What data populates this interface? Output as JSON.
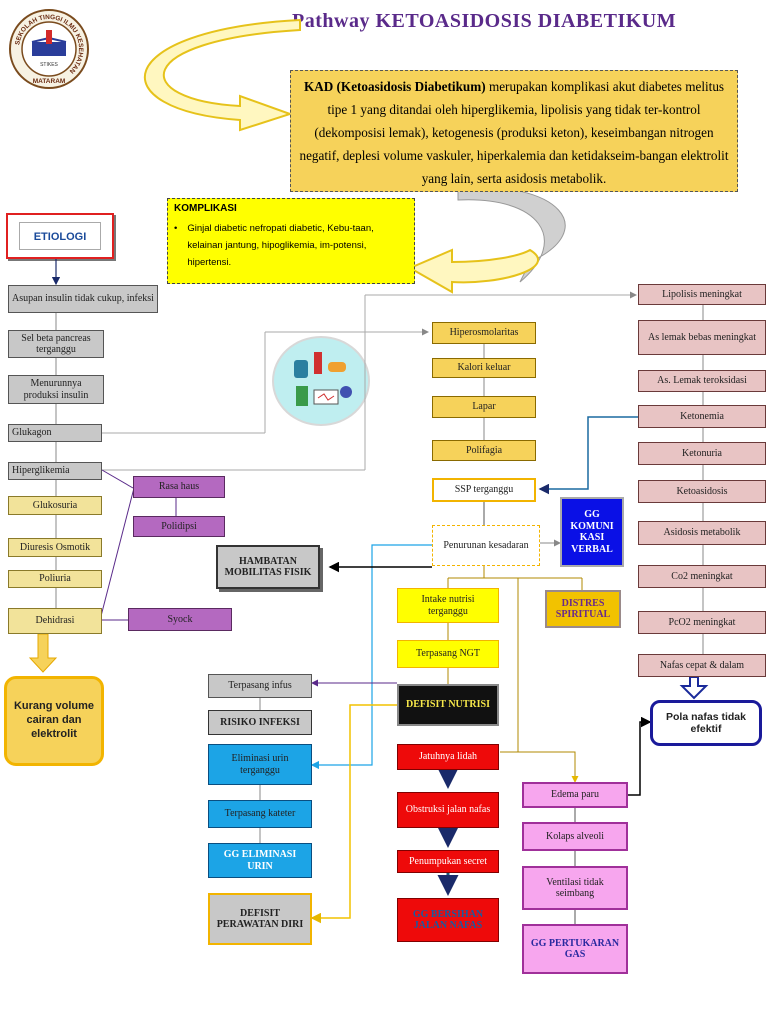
{
  "title": "Pathway KETOASIDOSIS DIABETIKUM",
  "logo": {
    "ring_text": "SEKOLAH TINGGI ILMU KESEHATAN",
    "bottom_text": "MATARAM",
    "inner_text": "STIKES"
  },
  "definition": {
    "term": "KAD (Ketoasidosis Diabetikum)",
    "text": " merupakan komplikasi akut diabetes melitus tipe 1 yang ditandai oleh hiperglikemia, lipolisis yang tidak ter-kontrol (dekomposisi lemak), ketogenesis (produksi keton), keseimbangan nitrogen negatif, deplesi volume vaskuler, hiperkalemia dan ketidakseim-bangan elektrolit yang lain, serta asidosis metabolik."
  },
  "komplikasi": {
    "title": "KOMPLIKASI",
    "item": "Ginjal diabetic nefropati diabetic, Kebu-taan, kelainan jantung, hipoglikemia, im-potensi, hipertensi."
  },
  "etiologi": "ETIOLOGI",
  "left_chain": [
    "Asupan insulin tidak cukup, infeksi",
    "Sel beta pancreas terganggu",
    "Menurunnya produksi insulin",
    "Glukagon",
    "Hiperglikemia"
  ],
  "left_yellow": [
    "Glukosuria",
    "Diuresis Osmotik",
    "Poliuria",
    "Dehidrasi"
  ],
  "purple": {
    "rasa_haus": "Rasa haus",
    "polidipsi": "Polidipsi",
    "syock": "Syock"
  },
  "kurang_volume": "Kurang volume cairan dan elektrolit",
  "hambatan": "HAMBATAN MOBILITAS FISIK",
  "middle_chain": [
    "Hiperosmolaritas",
    "Kalori keluar",
    "Lapar",
    "Polifagia"
  ],
  "ssp": "SSP terganggu",
  "penurunan": "Penurunan kesadaran",
  "gg_komunikasi": "GG KOMUNI KASI VERBAL",
  "distres": "DISTRES SPIRITUAL",
  "intake": "Intake nutrisi terganggu",
  "ngt": "Terpasang NGT",
  "defisit_nutrisi": "DEFISIT NUTRISI",
  "infus": "Terpasang infus",
  "risiko_infeksi": "RISIKO INFEKSI",
  "blue_chain": [
    "Eliminasi urin terganggu",
    "Terpasang kateter",
    "GG ELIMINASI URIN"
  ],
  "defisit_perawatan": "DEFISIT PERAWATAN DIRI",
  "red_chain": [
    "Jatuhnya lidah",
    "Obstruksi jalan nafas",
    "Penumpukan secret",
    "GG BERSIHAN JALAN NAFAS"
  ],
  "magenta_chain": [
    "Edema paru",
    "Kolaps alveoli",
    "Ventilasi tidak seimbang",
    "GG PERTUKARAN GAS"
  ],
  "right_chain": [
    "Lipolisis meningkat",
    "As lemak bebas meningkat",
    "As. Lemak teroksidasi",
    "Ketonemia",
    "Ketonuria",
    "Ketoasidosis",
    "Asidosis metabolik",
    "Co2 meningkat",
    "PcO2 meningkat",
    "Nafas cepat & dalam"
  ],
  "pola_nafas": "Pola nafas tidak efektif",
  "colors": {
    "title_purple": "#5a2a8a",
    "left_gray": "#c8c8c8",
    "right_pink": "#e8c4c4",
    "yellow_box": "#ffff00"
  }
}
